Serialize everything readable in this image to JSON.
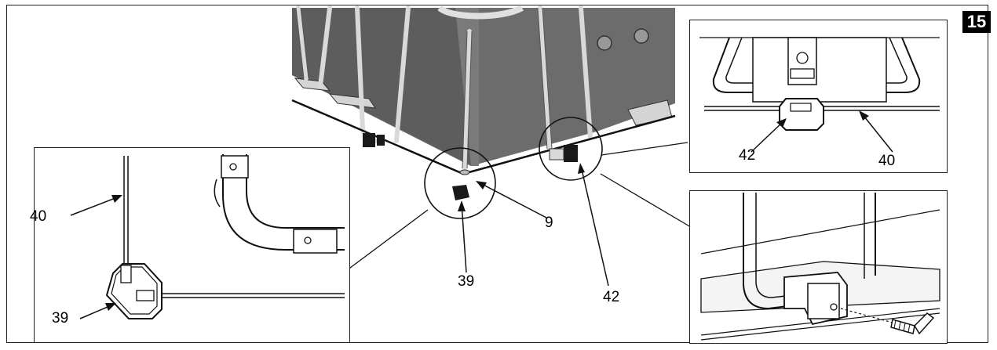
{
  "page_number": "15",
  "callouts": {
    "left_40": "40",
    "left_39": "39",
    "main_9": "9",
    "main_39": "39",
    "main_42": "42",
    "topright_42": "42",
    "topright_40": "40"
  },
  "colors": {
    "pool_wall": "#6c6c6c",
    "pool_wall_dark": "#4e4e4e",
    "frame_pipe": "#d9d9d9",
    "connector": "#1a1a1a",
    "ground_plate": "#d4d4d4"
  }
}
